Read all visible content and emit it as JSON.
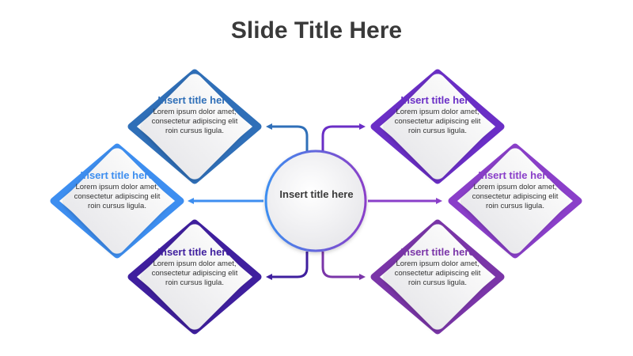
{
  "title": "Slide Title Here",
  "center": {
    "label": "Insert title here"
  },
  "nodes": [
    {
      "heading": "Insert title here",
      "body": "Lorem ipsum dolor amet, consectetur adipiscing elit roin cursus ligula.",
      "color": "#2f6fb8"
    },
    {
      "heading": "Insert title here",
      "body": "Lorem ipsum dolor amet, consectetur adipiscing elit roin cursus ligula.",
      "color": "#3d8ef0"
    },
    {
      "heading": "Insert title here",
      "body": "Lorem ipsum dolor amet, consectetur adipiscing elit roin cursus ligula.",
      "color": "#3f1f9e"
    },
    {
      "heading": "Insert title here",
      "body": "Lorem ipsum dolor amet, consectetur adipiscing elit roin cursus ligula.",
      "color": "#6a2ec6"
    },
    {
      "heading": "Insert title here",
      "body": "Lorem ipsum dolor amet, consectetur adipiscing elit roin cursus ligula.",
      "color": "#8a3fc9"
    },
    {
      "heading": "Insert title here",
      "body": "Lorem ipsum dolor amet, consectetur adipiscing elit roin cursus ligula.",
      "color": "#7a35a8"
    }
  ]
}
